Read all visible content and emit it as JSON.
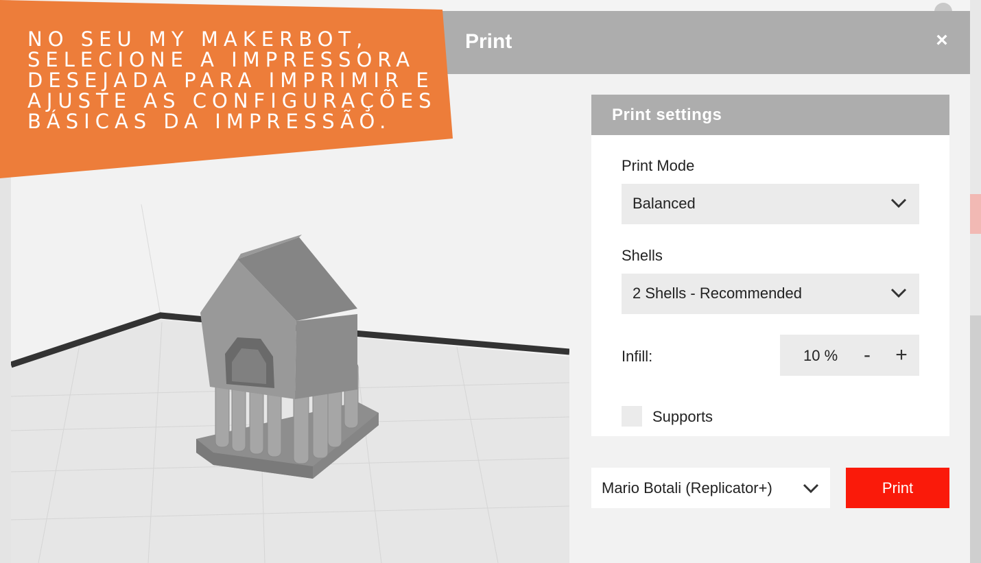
{
  "overlay": {
    "lines": [
      "NO SEU MY MAKERBOT,",
      "SELECIONE A IMPRESSORA",
      "DESEJADA PARA IMPRIMIR E",
      "AJUSTE AS CONFIGURAÇÕES",
      "BÁSICAS DA IMPRESSÃO."
    ],
    "color": "#ed7d3a"
  },
  "modal": {
    "title": "Print",
    "close_icon": "close-icon"
  },
  "settings": {
    "header": "Print settings",
    "print_mode": {
      "label": "Print Mode",
      "value": "Balanced"
    },
    "shells": {
      "label": "Shells",
      "value": "2 Shells - Recommended"
    },
    "infill": {
      "label": "Infill:",
      "value": "10 %",
      "minus": "-",
      "plus": "+"
    },
    "supports": {
      "label": "Supports",
      "checked": false
    }
  },
  "printer": {
    "value": "Mario Botali (Replicator+)"
  },
  "print_button": {
    "label": "Print",
    "color": "#fa1a0a"
  },
  "icons": {
    "chevron": "chevron-down-icon",
    "close": "close-icon"
  }
}
